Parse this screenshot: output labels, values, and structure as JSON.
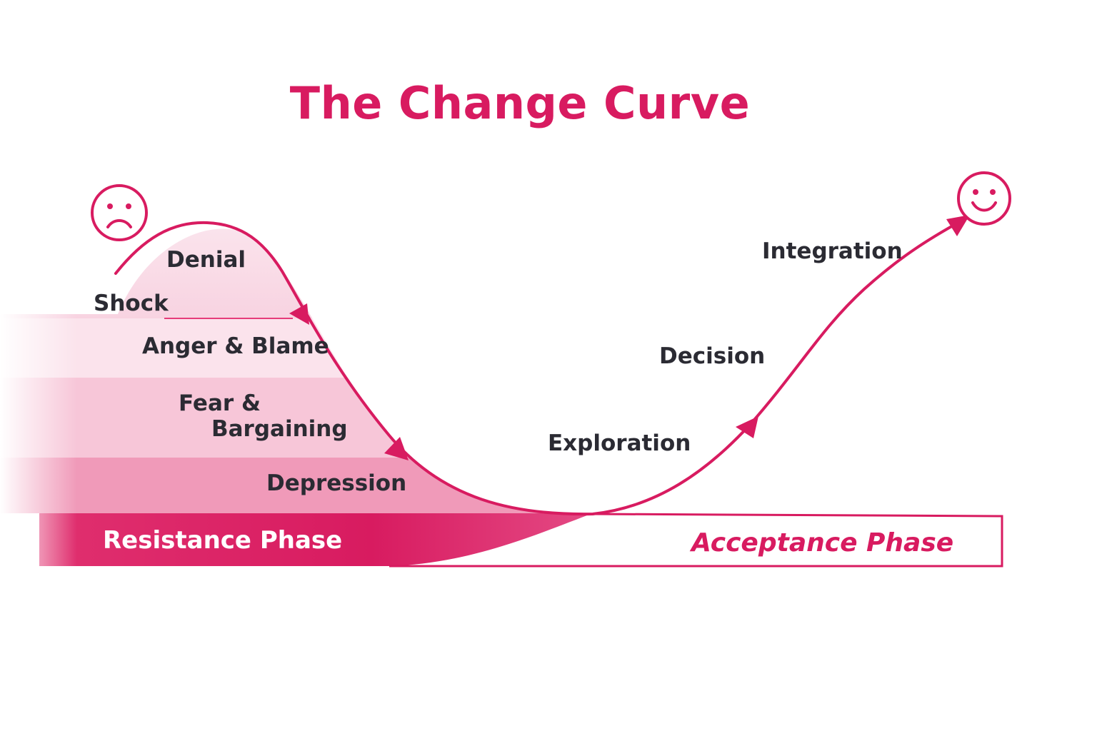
{
  "title": "The Change Curve",
  "stages": {
    "shock": "Shock",
    "denial": "Denial",
    "anger": "Anger & Blame",
    "fear_line1": "Fear &",
    "fear_line2": "Bargaining",
    "depression": "Depression",
    "exploration": "Exploration",
    "decision": "Decision",
    "integration": "Integration"
  },
  "phases": {
    "resistance": "Resistance Phase",
    "acceptance": "Acceptance Phase"
  },
  "icons": {
    "start": "sad-face-icon",
    "end": "smiley-face-icon"
  },
  "colors": {
    "accent": "#d81b60",
    "text": "#2b2b33",
    "band_light": "#fbe3ec",
    "band_mid": "#f5b7cd",
    "band_dark": "#ee8fb2"
  }
}
